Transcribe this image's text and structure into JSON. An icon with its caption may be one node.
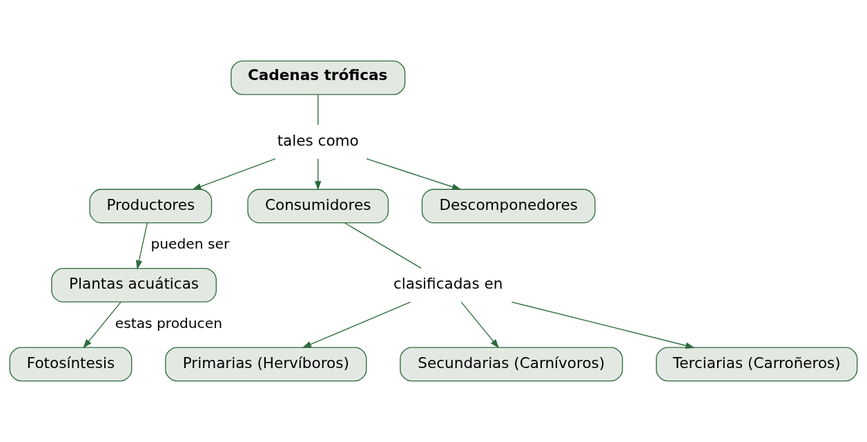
{
  "diagram": {
    "nodes": [
      {
        "text": [
          "Cadenas tróficas"
        ]
      },
      {
        "text": [
          "tales como"
        ]
      },
      {
        "text": [
          "Productores"
        ]
      },
      {
        "text": [
          "Consumidores"
        ]
      },
      {
        "text": [
          "Descomponedores"
        ]
      },
      {
        "text": [
          "Plantas acuáticas"
        ]
      },
      {
        "text": [
          "Fotosíntesis"
        ]
      },
      {
        "text": [
          "clasificadas en"
        ]
      },
      {
        "text": [
          "Primarias (Hervíboros)"
        ]
      },
      {
        "text": [
          "Secundarias (Carnívoros)"
        ]
      },
      {
        "text": [
          "Terciarias (Carroñeros)"
        ]
      }
    ],
    "edges": [
      {
        "from": 0,
        "to": 1,
        "arrow": "none"
      },
      {
        "from": 1,
        "to": 2,
        "arrow": "to"
      },
      {
        "from": 1,
        "to": 3,
        "arrow": "to"
      },
      {
        "from": 1,
        "to": 4,
        "arrow": "to"
      },
      {
        "from": 2,
        "to": 5,
        "label": "pueden ser",
        "arrow": "to"
      },
      {
        "from": 5,
        "to": 6,
        "label": "estas producen",
        "arrow": "to"
      },
      {
        "from": 3,
        "to": 7,
        "arrow": "none"
      },
      {
        "from": 7,
        "to": 8,
        "arrow": "to"
      },
      {
        "from": 7,
        "to": 9,
        "arrow": "to"
      },
      {
        "from": 7,
        "to": 10,
        "arrow": "to"
      }
    ]
  }
}
